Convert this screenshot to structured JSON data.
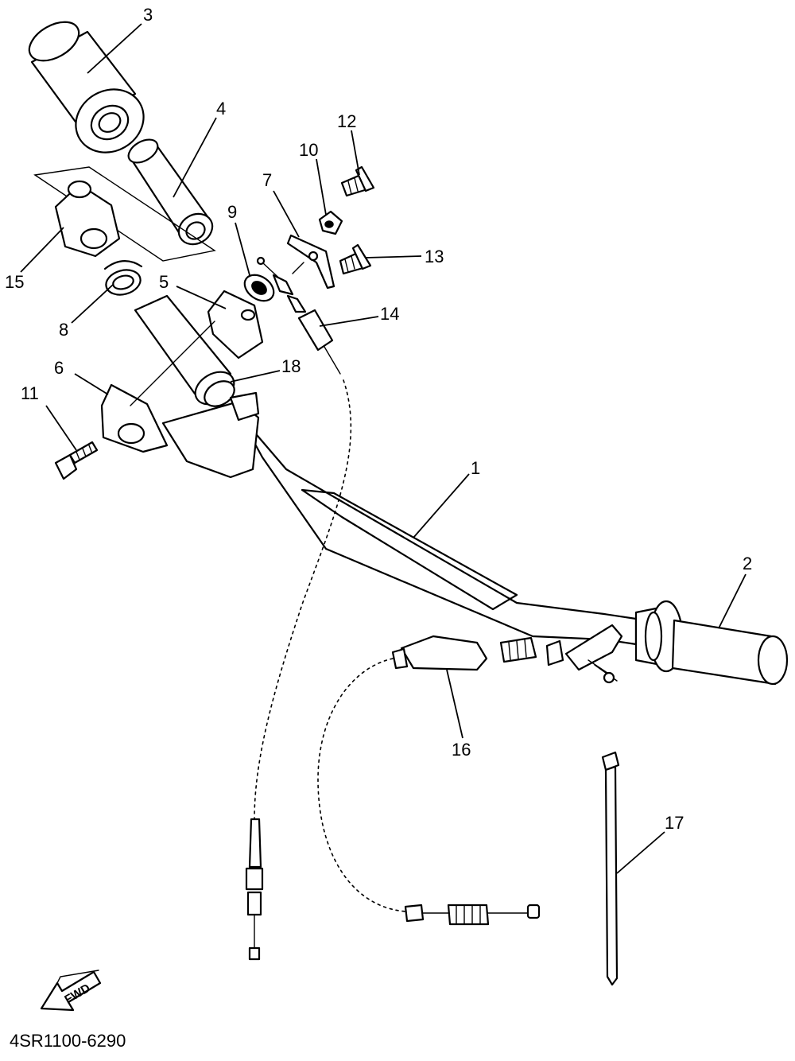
{
  "diagram": {
    "drawing_code": "4SR1100-6290",
    "direction_badge": "FWD",
    "parts": [
      {
        "number": "1"
      },
      {
        "number": "2"
      },
      {
        "number": "3"
      },
      {
        "number": "4"
      },
      {
        "number": "5"
      },
      {
        "number": "6"
      },
      {
        "number": "7"
      },
      {
        "number": "8"
      },
      {
        "number": "9"
      },
      {
        "number": "10"
      },
      {
        "number": "11"
      },
      {
        "number": "12"
      },
      {
        "number": "13"
      },
      {
        "number": "14"
      },
      {
        "number": "15"
      },
      {
        "number": "16"
      },
      {
        "number": "17"
      },
      {
        "number": "18"
      }
    ]
  }
}
